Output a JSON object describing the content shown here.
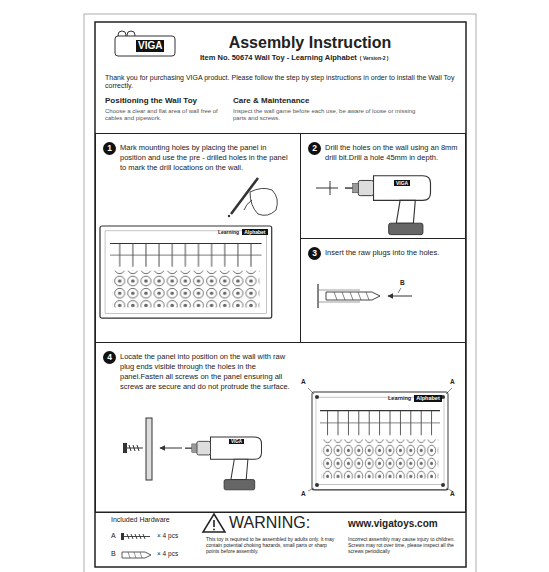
{
  "diagram": {
    "title": "Assembly Instruction",
    "nodes": [
      {
        "text": [
          "Mark mounting holes by placing the panel in position and use the pre - drilled holes in the panel to mark the drill locations on the wall."
        ]
      },
      {
        "text": [
          "1"
        ],
        "in": 0
      },
      {
        "text": [
          "Drill the holes on the wall using an 8mm drill bit.Drill a hole 45mm in depth."
        ]
      },
      {
        "text": [
          "2"
        ],
        "in": 2
      },
      {
        "text": [
          "Insert the raw plugs into the holes."
        ]
      },
      {
        "text": [
          "3"
        ],
        "in": 4
      },
      {
        "text": [
          "Locate the panel into position on the wall with raw plug ends visible through the holes in the panel.Fasten all screws on the panel ensuring all screws are secure and do not protrude the surface."
        ]
      },
      {
        "text": [
          "4"
        ],
        "in": 6
      }
    ],
    "labels": [
      "VIGA",
      "Item No. 50674  Wall Toy - Learning Alphabet",
      "( Version-2 )",
      "Thank you for purchasing VIGA product. Please follow the step by step instructions in order to install the Wall Toy correctly.",
      "Positioning the Wall Toy",
      "Choose a clear and flat area of wall free of cables and pipework.",
      "Care & Maintenance",
      "Inspect the wall game before each use, be aware of loose or missing parts and screws.",
      "Learning",
      "Alphabet",
      "VIGA",
      "B",
      "VIGA",
      "Learning",
      "Alphabet",
      "A",
      "A",
      "A",
      "A",
      "Included Hardware",
      "A",
      "× 4 pcs",
      "B",
      "× 4 pcs",
      "WARNING:",
      "This toy is required to be assembled by adults only. It may contain potential choking hazards, small parts or sharp points before assembly.",
      "www.vigatoys.com",
      "Incorrect assembly may cause injury to children. Screws may rot over time, please inspect all the screws periodically"
    ]
  }
}
